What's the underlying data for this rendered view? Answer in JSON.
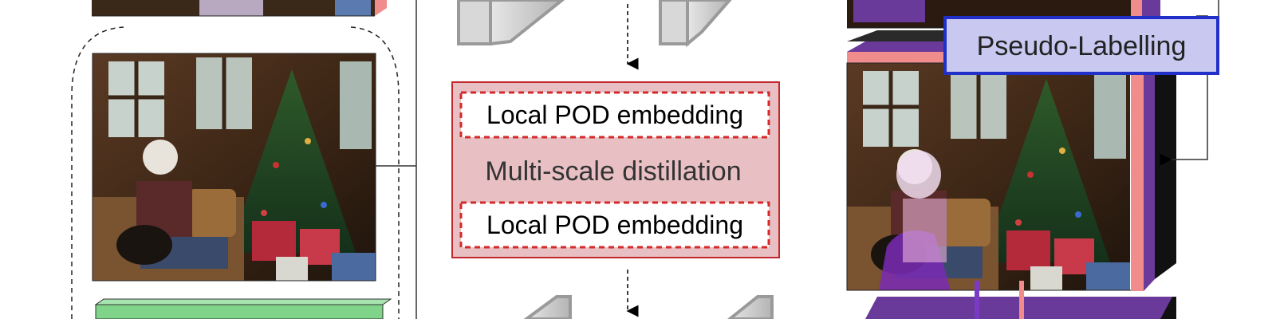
{
  "distillation_box": {
    "top_embedding_label": "Local POD embedding",
    "title": "Multi-scale distillation",
    "bottom_embedding_label": "Local POD embedding",
    "fill_color": "#e8c0c4",
    "border_color": "#c0282c"
  },
  "pseudo_labelling": {
    "label": "Pseudo-Labelling",
    "fill_color": "#c8c8f0",
    "border_color": "#2030c8"
  },
  "colors": {
    "segmentation_pink": "#f08c8c",
    "segmentation_purple": "#6a3a9a",
    "segmentation_black": "#111111",
    "block_green": "#7fd48a",
    "conv_gray": "#c8c8c8"
  }
}
